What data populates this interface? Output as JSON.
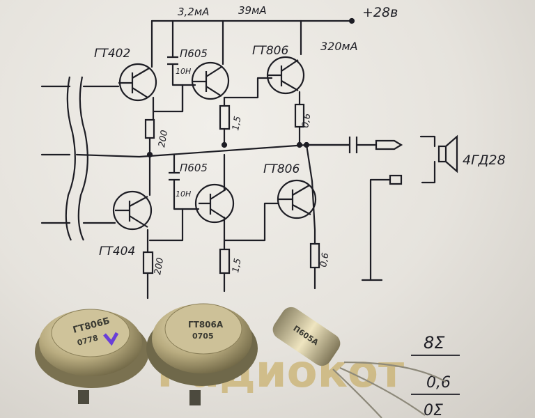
{
  "schematic": {
    "supply": "+28в",
    "current_q1": "3,2мА",
    "current_q2": "39мА",
    "current_q3": "320мА",
    "q1": "ГТ402",
    "q2": "П605",
    "q3": "ГТ806",
    "q4": "ГТ404",
    "q5": "П605",
    "q6": "ГТ806",
    "cap1": "10Н",
    "cap2": "10Н",
    "r1": "200",
    "r2": "1,5",
    "r3": "0,6",
    "r4": "200",
    "r5": "1,5",
    "r6": "0,6",
    "speaker": "4ГД28"
  },
  "photo": {
    "transistor_left": {
      "line1": "ГТ806Б",
      "line2": "0778"
    },
    "transistor_mid": {
      "line1": "ГТ806А",
      "line2": "0705"
    },
    "transistor_right": {
      "line1": "П605А"
    },
    "watermark": "Радиокот",
    "paper_notes": [
      "8Σ",
      "0,6",
      "0Σ"
    ]
  },
  "colors": {
    "ink": "#1d1d24",
    "paper": "#e9e6e0",
    "metal": "#b7ab7d",
    "watermark": "#8fae3f"
  }
}
